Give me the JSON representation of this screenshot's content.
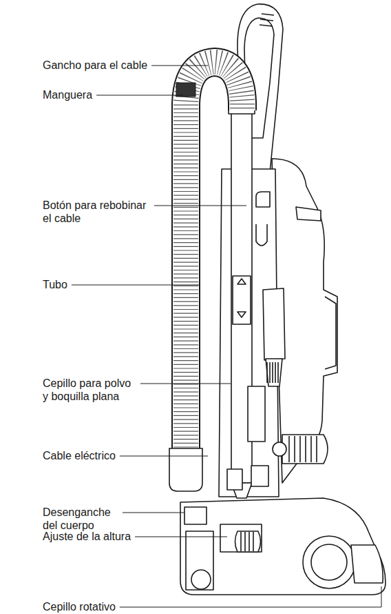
{
  "diagram": {
    "labels": [
      "Gancho para el cable",
      "Manguera",
      "Botón para rebobinar el cable",
      "Tubo",
      "Cepillo para polvo y boquilla plana",
      "Cable eléctrico",
      "Desenganche del cuerpo",
      "Ajuste de la altura",
      "Cepillo rotativo"
    ]
  }
}
